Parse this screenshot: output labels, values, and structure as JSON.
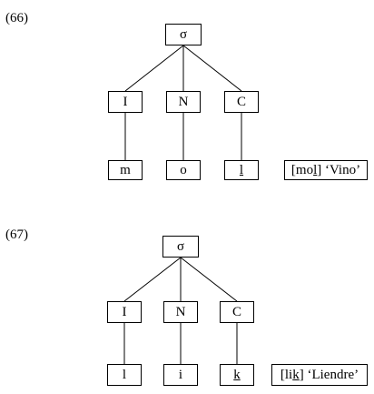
{
  "examples": [
    {
      "number": "(66)",
      "syllable": "σ",
      "constituents": [
        "I",
        "N",
        "C"
      ],
      "segments": [
        "m",
        "o",
        "l"
      ],
      "underlined_segment_index": 2,
      "gloss": {
        "open": "[",
        "base": "mo",
        "underlined": "l",
        "close": "]",
        "translation": " ‘Vino’"
      }
    },
    {
      "number": "(67)",
      "syllable": "σ",
      "constituents": [
        "I",
        "N",
        "C"
      ],
      "segments": [
        "l",
        "i",
        "k"
      ],
      "underlined_segment_index": 2,
      "gloss": {
        "open": "[",
        "base": "li",
        "underlined": "k",
        "close": "]",
        "translation": " ‘Liendre’"
      }
    }
  ]
}
